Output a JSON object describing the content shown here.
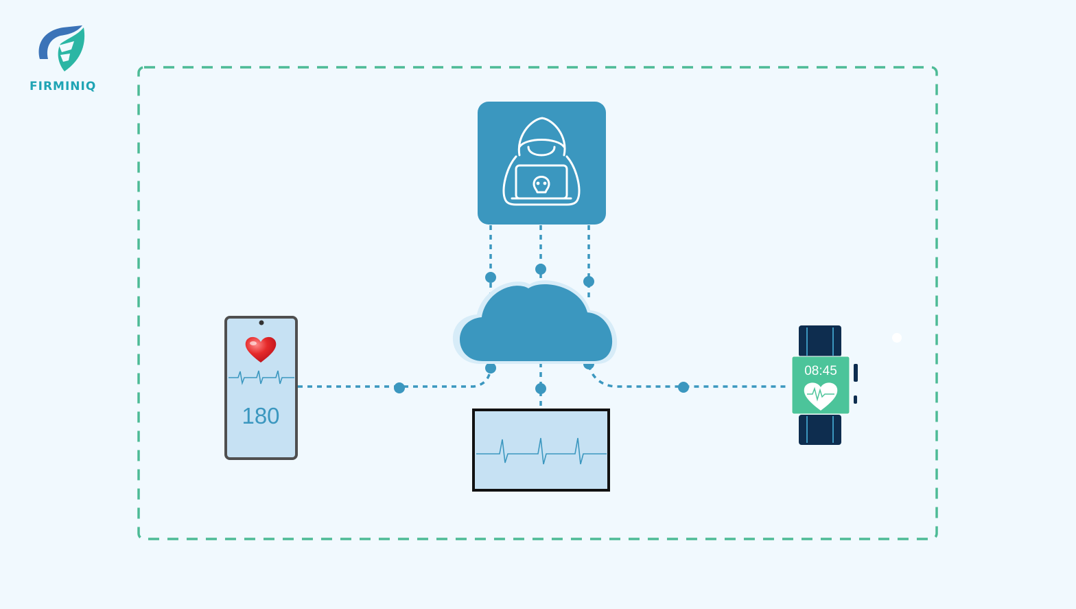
{
  "brand": {
    "name": "FIRMINIQ"
  },
  "diagram": {
    "nodes": {
      "attacker": {
        "icon": "hooded-hacker-with-skull-laptop-icon"
      },
      "cloud": {
        "icon": "cloud-icon"
      },
      "phone": {
        "icon": "heart-icon",
        "reading": "180"
      },
      "monitor": {
        "icon": "ecg-waveform-icon"
      },
      "watch": {
        "icon": "heart-ecg-icon",
        "time": "08:45"
      }
    }
  },
  "colors": {
    "background": "#f1f9fe",
    "frame_dashes": "#4dbb96",
    "accent_blue": "#3b97bf",
    "screen_fill": "#c6e1f3",
    "watch_green": "#4cc49a",
    "watch_band": "#0e2d4f",
    "heart_red": "#e52a2a"
  }
}
